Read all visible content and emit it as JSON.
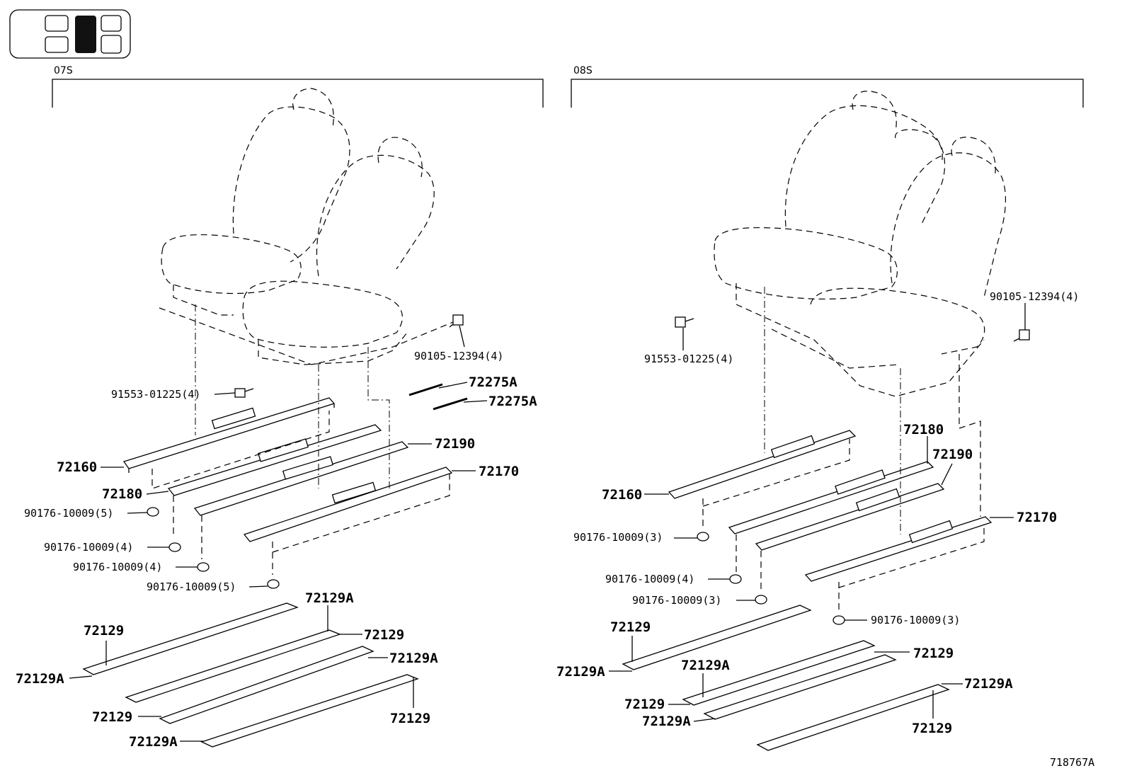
{
  "sections": {
    "left": "07S",
    "right": "08S"
  },
  "reference_code": "718767A",
  "left_labels": {
    "bolt_top": "90105-12394(4)",
    "bolt_side": "91553-01225(4)",
    "clip_a": "72275A",
    "clip_b": "72275A",
    "rail_72160": "72160",
    "rail_72180": "72180",
    "rail_72190": "72190",
    "rail_72170": "72170",
    "nut_1": "90176-10009(5)",
    "nut_2": "90176-10009(4)",
    "nut_3": "90176-10009(4)",
    "nut_4": "90176-10009(5)",
    "cover_1": "72129A",
    "cover_2": "72129",
    "cover_3": "72129",
    "cover_4": "72129A",
    "cover_5": "72129A",
    "cover_6": "72129",
    "cover_7": "72129",
    "cover_8": "72129A"
  },
  "right_labels": {
    "bolt_top": "90105-12394(4)",
    "bolt_side": "91553-01225(4)",
    "rail_72180": "72180",
    "rail_72190": "72190",
    "rail_72160": "72160",
    "rail_72170": "72170",
    "nut_1": "90176-10009(3)",
    "nut_2": "90176-10009(4)",
    "nut_3": "90176-10009(3)",
    "nut_4": "90176-10009(3)",
    "cover_1": "72129",
    "cover_2": "72129A",
    "cover_3": "72129A",
    "cover_4": "72129",
    "cover_5": "72129",
    "cover_6": "72129A",
    "cover_7": "72129A",
    "cover_8": "72129"
  }
}
